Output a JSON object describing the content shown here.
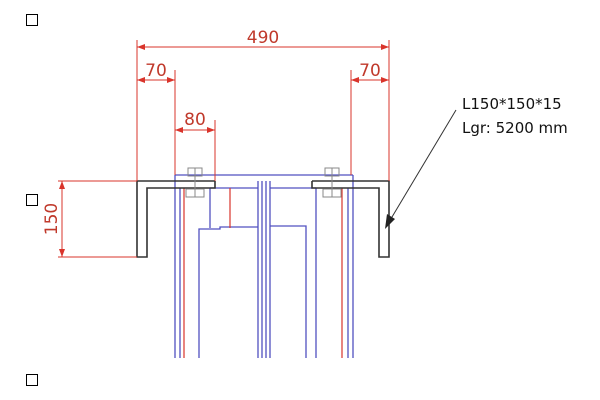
{
  "checkboxes": [
    {
      "checked": false
    },
    {
      "checked": false
    },
    {
      "checked": false
    }
  ],
  "dimensions": {
    "total_width": "490",
    "left_offset": "70",
    "right_offset": "70",
    "bolt_offset": "80",
    "height": "150"
  },
  "label": {
    "profile": "L150*150*15",
    "length": "Lgr: 5200 mm"
  },
  "colors": {
    "dimension": "#d9342b",
    "structure": "#3b3bb8",
    "profile": "#333333"
  }
}
